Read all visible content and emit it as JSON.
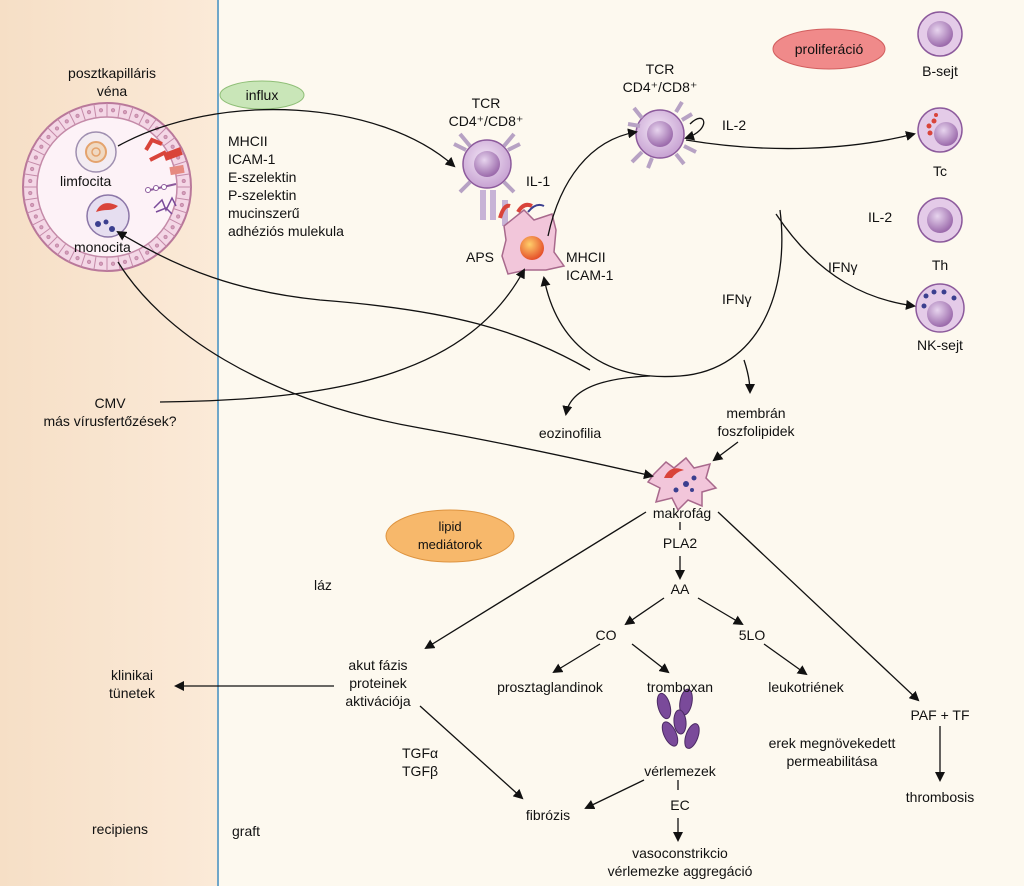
{
  "labels": {
    "vein_title": [
      "posztkapilláris",
      "véna"
    ],
    "lymphocyte": "limfocita",
    "monocyte": "monocita",
    "influx": "influx",
    "adhesion_molecules": [
      "MHCII",
      "ICAM-1",
      "E-szelektin",
      "P-szelektin",
      "mucinszerű",
      "adhéziós mulekula"
    ],
    "tcr_left": [
      "TCR",
      "CD4⁺/CD8⁺"
    ],
    "tcr_right": [
      "TCR",
      "CD4⁺/CD8⁺"
    ],
    "il2_loop": "IL-2",
    "il1": "IL-1",
    "aps": "APS",
    "aps_markers": [
      "MHCII",
      "ICAM-1"
    ],
    "proliferation": "proliferáció",
    "b_cell": "B-sejt",
    "tc": "Tc",
    "il2_side": "IL-2",
    "th": "Th",
    "ifng_upper": "IFNγ",
    "ifng_inner": "IFNγ",
    "nk_cell": "NK-sejt",
    "cmv": [
      "CMV",
      "más vírusfertőzések?"
    ],
    "eosinophilia": "eozinofilia",
    "membrane": [
      "membrán",
      "foszfolipidek"
    ],
    "macrophage": "makrofág",
    "lipid_mediators": [
      "lipid",
      "mediátorok"
    ],
    "pla2": "PLA2",
    "fever": "láz",
    "aa": "AA",
    "co": "CO",
    "lo5": "5LO",
    "prostaglandins": "prosztaglandinok",
    "thromboxane": "tromboxan",
    "leukotrienes": "leukotriének",
    "acute_phase": [
      "akut fázis",
      "proteinek",
      "aktivációja"
    ],
    "clinical": [
      "klinikai",
      "tünetek"
    ],
    "paf_tf": "PAF + TF",
    "permeability": [
      "erek megnövekedett",
      "permeabilitása"
    ],
    "tgf": [
      "TGFα",
      "TGFβ"
    ],
    "platelets": "vérlemezek",
    "ec": "EC",
    "fibrosis": "fibrózis",
    "thrombosis": "thrombosis",
    "vasoconstriction": [
      "vasoconstrikcio",
      "vérlemezke aggregáció"
    ],
    "recipient": "recipiens",
    "graft": "graft"
  },
  "colors": {
    "recipient_bg": "#f6dfc6",
    "graft_bg": "#fdf9ef",
    "divider": "#6fa6c9",
    "influx_pill": "#c9e6b8",
    "proliferation_pill": "#f08a8a",
    "lipid_pill": "#f7b86b",
    "cell_purple": "#c9a5d3",
    "cell_outline": "#8c5a9c",
    "platelet": "#7a4a9a",
    "red": "#d9443a"
  }
}
